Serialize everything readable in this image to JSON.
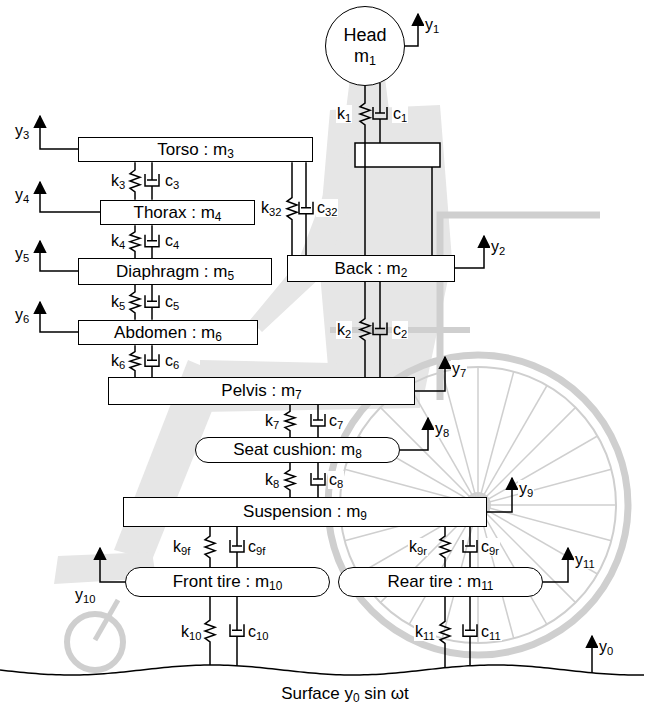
{
  "diagram": {
    "nodes": [
      {
        "text": [
          "Head",
          "m1"
        ]
      },
      {
        "text": [
          "Torso : m3"
        ]
      },
      {
        "text": [
          "Thorax : m4"
        ]
      },
      {
        "text": [
          "Back : m2"
        ]
      },
      {
        "text": [
          "Diaphragm : m5"
        ]
      },
      {
        "text": [
          "Abdomen : m6"
        ]
      },
      {
        "text": [
          "Pelvis : m7"
        ]
      },
      {
        "text": [
          "Seat cushion: m8"
        ]
      },
      {
        "text": [
          "Suspension : m9"
        ]
      },
      {
        "text": [
          "Front tire : m10"
        ]
      },
      {
        "text": [
          "Rear tire : m11"
        ]
      }
    ],
    "edges": [
      {
        "from": 0,
        "to": 3,
        "arrow": "none"
      },
      {
        "from": 1,
        "to": 2,
        "arrow": "none"
      },
      {
        "from": 2,
        "to": 4,
        "arrow": "none"
      },
      {
        "from": 4,
        "to": 5,
        "arrow": "none"
      },
      {
        "from": 5,
        "to": 6,
        "arrow": "none"
      },
      {
        "from": 1,
        "to": 3,
        "arrow": "none"
      },
      {
        "from": 3,
        "to": 6,
        "arrow": "none"
      },
      {
        "from": 6,
        "to": 7,
        "arrow": "none"
      },
      {
        "from": 7,
        "to": 8,
        "arrow": "none"
      },
      {
        "from": 8,
        "to": 9,
        "arrow": "none"
      },
      {
        "from": 8,
        "to": 10,
        "arrow": "none"
      }
    ],
    "labels": [
      "y1",
      "k1",
      "c1",
      "y3",
      "y2",
      "k32",
      "c32",
      "k3",
      "c3",
      "y4",
      "k4",
      "c4",
      "y5",
      "k5",
      "c5",
      "y6",
      "k6",
      "c6",
      "k2",
      "c2",
      "y7",
      "k7",
      "c7",
      "y8",
      "k8",
      "c8",
      "y9",
      "k9f",
      "c9f",
      "k9r",
      "c9r",
      "y10",
      "y11",
      "k10",
      "c10",
      "k11",
      "c11",
      "y0",
      "Surface y0 sin ωt"
    ]
  }
}
